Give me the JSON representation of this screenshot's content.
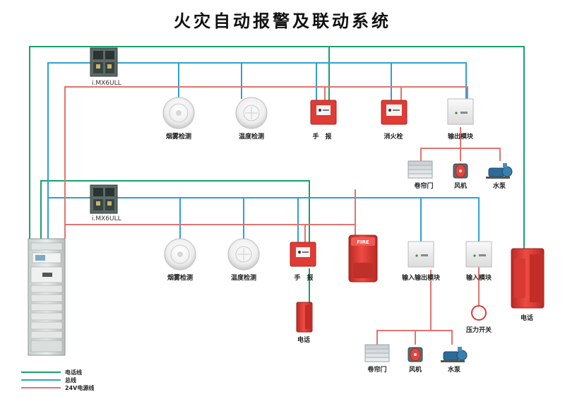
{
  "title": "火灾自动报警及联动系统",
  "colors": {
    "phone_line": "#1aa06a",
    "bus_line": "#2f9fd6",
    "power_line": "#e07470",
    "device_red": "#e03b34"
  },
  "controllers": [
    {
      "label": "i.MX6ULL"
    },
    {
      "label": "i.MX6ULL"
    }
  ],
  "branch1": {
    "smoke_detector": "烟雾检测",
    "temp_detector": "温度检测",
    "manual_alarm": "手　报",
    "hydrant_button": "消火栓",
    "output_module": "输出模块",
    "actuators": [
      {
        "label": "卷帘门",
        "icon": "roller-shutter-icon"
      },
      {
        "label": "风机",
        "icon": "fan-icon"
      },
      {
        "label": "水泵",
        "icon": "water-pump-icon"
      }
    ]
  },
  "branch2": {
    "smoke_detector": "烟雾检测",
    "temp_detector": "温度检测",
    "manual_alarm": "手　报",
    "siren_text": "FIRE",
    "io_module": "输入输出模块",
    "input_module": "输入模块",
    "pressure_switch": "压力开关",
    "phone": "电话",
    "actuators": [
      {
        "label": "卷帘门",
        "icon": "roller-shutter-icon"
      },
      {
        "label": "风机",
        "icon": "fan-icon"
      },
      {
        "label": "水泵",
        "icon": "water-pump-icon"
      }
    ]
  },
  "main_phone": "电话",
  "legend": [
    {
      "label": "电话线",
      "color": "#1aa06a"
    },
    {
      "label": "总线",
      "color": "#2f9fd6"
    },
    {
      "label": "24V电源线",
      "color": "#e07470"
    }
  ]
}
